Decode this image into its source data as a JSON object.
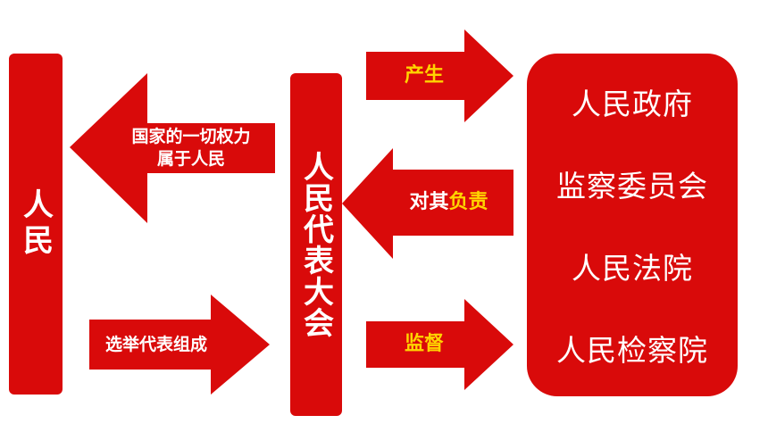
{
  "colors": {
    "primary": "#d90a0a",
    "highlight": "#ffd400",
    "text": "#ffffff"
  },
  "people": {
    "label": "人民"
  },
  "congress": {
    "label": "人民代表大会"
  },
  "arrows": {
    "power": {
      "line1": "国家的一切权力",
      "line2": "属于人民"
    },
    "elect": {
      "label": "选举代表组成"
    },
    "produce": {
      "label": "产生"
    },
    "responsible": {
      "prefix": "对其",
      "highlight": "负责"
    },
    "supervise": {
      "label": "监督"
    }
  },
  "organs": [
    "人民政府",
    "监察委员会",
    "人民法院",
    "人民检察院"
  ]
}
